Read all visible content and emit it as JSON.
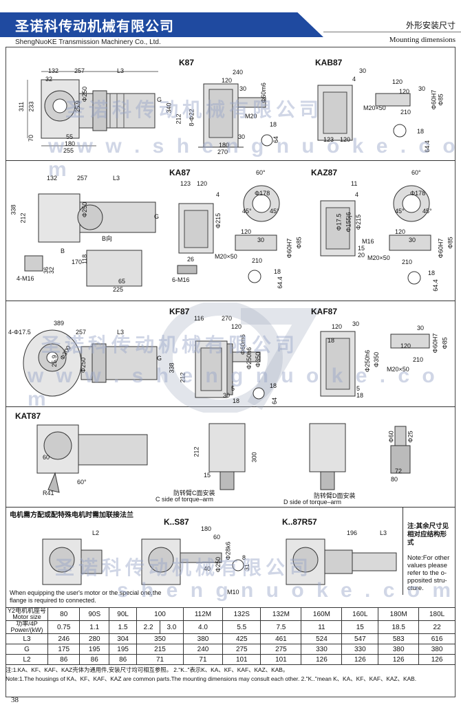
{
  "header": {
    "company_cn": "圣诺科传动机械有限公司",
    "company_en": "ShengNuoKE Transmission Machinery Co., Ltd.",
    "title_cn": "外形安装尺寸",
    "title_en": "Mounting dimensions"
  },
  "watermark": {
    "cn": "圣诺科传动机械有限公司",
    "en": "w w w . s h e n g n u o k e . c o m",
    "en2": "s h e n g n u o k e . c o m"
  },
  "models": {
    "k87": "K87",
    "kab87": "KAB87",
    "ka87": "KA87",
    "kaz87": "KAZ87",
    "kf87": "KF87",
    "kaf87": "KAF87",
    "kat87": "KAT87",
    "ks87": "K..S87",
    "k87r57": "K..87R57"
  },
  "labels": {
    "b_dir": "B向",
    "b": "B",
    "c_side_cn": "防转臂C面安装",
    "c_side_en": "C side of torque–arm",
    "d_side_cn": "防转臂D面安装",
    "d_side_en": "D side of torque–arm",
    "motor_note_cn": "电机需方配或配特殊电机时需加联接法兰",
    "motor_note_en": "When equipping the user's motor or the special one,the flange is required to connected.",
    "side_note_cn": "注:其余尺寸见相对应结构形式",
    "side_note_en": "Note:For other values please refer to the o-pposited stru-cture."
  },
  "dims": {
    "k87": [
      "132",
      "257",
      "L3",
      "32",
      "G",
      "311",
      "233",
      "70",
      "55",
      "180",
      "255",
      "Φ250",
      "25.9"
    ],
    "k87_side": [
      "240",
      "120",
      "30",
      "Φ60m6",
      "M20",
      "340",
      "212",
      "8-Φ22",
      "18",
      "64",
      "30",
      "180",
      "270"
    ],
    "kab87": [
      "30",
      "4",
      "120",
      "120",
      "30",
      "210",
      "M20×50",
      "Φ60H7",
      "Φ85",
      "123",
      "120",
      "18",
      "64.4"
    ],
    "ka87": [
      "132",
      "257",
      "L3",
      "338",
      "212",
      "Φ250",
      "G",
      "170",
      "118",
      "65",
      "225",
      "4-M16",
      "32",
      "36",
      "123",
      "120",
      "4",
      "Φ215",
      "60°",
      "Φ178",
      "45°",
      "45°",
      "120",
      "30",
      "M20×50",
      "210",
      "Φ60H7",
      "Φ85",
      "6-M16",
      "26",
      "18",
      "64.4"
    ],
    "kaz87": [
      "11",
      "4",
      "Φ17.5",
      "Φ155j6",
      "Φ215",
      "M16",
      "15",
      "20",
      "60°",
      "Φ178",
      "45°",
      "45°",
      "120",
      "30",
      "M20×50",
      "210",
      "Φ60H7",
      "Φ85",
      "18",
      "64.4"
    ],
    "kf87": [
      "389",
      "257",
      "L3",
      "4-Φ17.5",
      "Φ300",
      "25.9",
      "Φ250",
      "G",
      "116",
      "270",
      "120",
      "Φ60m6",
      "Φ250h6",
      "Φ350",
      "338",
      "212",
      "5",
      "30",
      "18",
      "64",
      "18"
    ],
    "kaf87": [
      "30",
      "120",
      "18",
      "Φ250h6",
      "Φ350",
      "Φ60H7",
      "Φ85",
      "120",
      "30",
      "M20×50",
      "210",
      "5",
      "18"
    ],
    "kat87": [
      "60",
      "R41",
      "60°",
      "212",
      "15",
      "300",
      "Φ60",
      "Φ25",
      "72",
      "80"
    ],
    "ks87": [
      "L2",
      "180",
      "60",
      "Φ28k6",
      "Φ250",
      "40",
      "8",
      "31",
      "M10"
    ],
    "k87r57": [
      "196",
      "L3"
    ]
  },
  "table": {
    "header_label": "Y2电机机座号 Motor size",
    "power_label": "功率/4P Power/(kW)",
    "motor_sizes": [
      "80",
      "90S",
      "90L",
      "100",
      "112M",
      "132S",
      "132M",
      "160M",
      "160L",
      "180M",
      "180L"
    ],
    "powers": [
      "0.75",
      "1.1",
      "1.5",
      "2.2",
      "3.0",
      "4.0",
      "5.5",
      "7.5",
      "11",
      "15",
      "18.5",
      "22"
    ],
    "rows": [
      {
        "name": "L3",
        "values": [
          "246",
          "280",
          "304",
          "350",
          "380",
          "425",
          "461",
          "524",
          "547",
          "583",
          "616"
        ]
      },
      {
        "name": "G",
        "values": [
          "175",
          "195",
          "195",
          "215",
          "240",
          "275",
          "275",
          "330",
          "330",
          "380",
          "380"
        ]
      },
      {
        "name": "L2",
        "values": [
          "86",
          "86",
          "86",
          "71",
          "71",
          "101",
          "101",
          "126",
          "126",
          "126",
          "126"
        ]
      }
    ]
  },
  "footnotes": {
    "cn": "注:1.KA、KF、KAF、KAZ壳体为通用件,安装尺寸均可相互参照。 2.\"K..\"表示K、KA、KF、KAF、KAZ、KAB。",
    "en": "Note:1.The housings of KA、KF、KAF、KAZ are common parts.The mounting dimensions may consult each other. 2.\"K..\"mean K、KA、KF、KAF、KAZ、KAB."
  },
  "page_number": "38"
}
